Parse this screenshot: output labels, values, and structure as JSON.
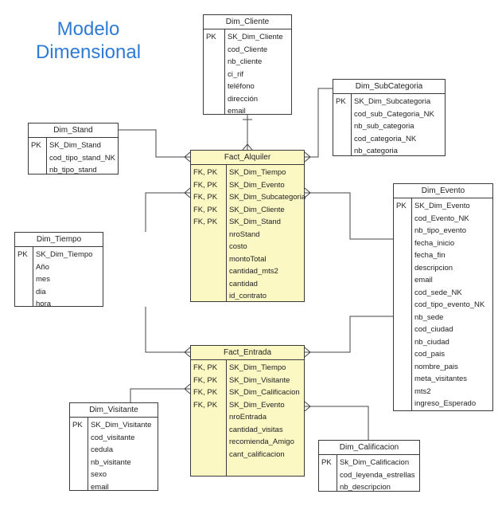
{
  "title": [
    "Modelo",
    "Dimensional"
  ],
  "entities": {
    "dim_cliente": {
      "name": "Dim_Cliente",
      "rows": [
        {
          "key": "PK",
          "field": "SK_Dim_Cliente"
        },
        {
          "key": "",
          "field": "cod_Cliente"
        },
        {
          "key": "",
          "field": "nb_cliente"
        },
        {
          "key": "",
          "field": "ci_rif"
        },
        {
          "key": "",
          "field": "teléfono"
        },
        {
          "key": "",
          "field": "dirección"
        },
        {
          "key": "",
          "field": "email"
        }
      ]
    },
    "dim_subcategoria": {
      "name": "Dim_SubCategoria",
      "rows": [
        {
          "key": "PK",
          "field": "SK_Dim_Subcategoria"
        },
        {
          "key": "",
          "field": "cod_sub_Categoria_NK"
        },
        {
          "key": "",
          "field": "nb_sub_categoria"
        },
        {
          "key": "",
          "field": "cod_categoria_NK"
        },
        {
          "key": "",
          "field": "nb_categoria"
        }
      ]
    },
    "dim_stand": {
      "name": "Dim_Stand",
      "rows": [
        {
          "key": "PK",
          "field": "SK_Dim_Stand"
        },
        {
          "key": "",
          "field": "cod_tipo_stand_NK"
        },
        {
          "key": "",
          "field": "nb_tipo_stand"
        }
      ]
    },
    "fact_alquiler": {
      "name": "Fact_Alquiler",
      "rows": [
        {
          "key": "FK, PK",
          "field": "SK_Dim_Tiempo"
        },
        {
          "key": "FK, PK",
          "field": "SK_Dim_Evento"
        },
        {
          "key": "FK, PK",
          "field": "SK_Dim_Subcategoria"
        },
        {
          "key": "FK, PK",
          "field": "SK_Dim_Cliente"
        },
        {
          "key": "FK, PK",
          "field": "SK_Dim_Stand"
        },
        {
          "key": "",
          "field": "nroStand"
        },
        {
          "key": "",
          "field": "costo"
        },
        {
          "key": "",
          "field": "montoTotal"
        },
        {
          "key": "",
          "field": "cantidad_mts2"
        },
        {
          "key": "",
          "field": "cantidad"
        },
        {
          "key": "",
          "field": "id_contrato"
        }
      ]
    },
    "dim_evento": {
      "name": "Dim_Evento",
      "rows": [
        {
          "key": "PK",
          "field": "SK_Dim_Evento"
        },
        {
          "key": "",
          "field": "cod_Evento_NK"
        },
        {
          "key": "",
          "field": "nb_tipo_evento"
        },
        {
          "key": "",
          "field": "fecha_inicio"
        },
        {
          "key": "",
          "field": "fecha_fin"
        },
        {
          "key": "",
          "field": "descripcion"
        },
        {
          "key": "",
          "field": "email"
        },
        {
          "key": "",
          "field": "cod_sede_NK"
        },
        {
          "key": "",
          "field": "cod_tipo_evento_NK"
        },
        {
          "key": "",
          "field": "nb_sede"
        },
        {
          "key": "",
          "field": "cod_ciudad"
        },
        {
          "key": "",
          "field": "nb_ciudad"
        },
        {
          "key": "",
          "field": "cod_pais"
        },
        {
          "key": "",
          "field": "nombre_pais"
        },
        {
          "key": "",
          "field": "meta_visitantes"
        },
        {
          "key": "",
          "field": "mts2"
        },
        {
          "key": "",
          "field": "ingreso_Esperado"
        }
      ]
    },
    "dim_tiempo": {
      "name": "Dim_Tiempo",
      "rows": [
        {
          "key": "PK",
          "field": "SK_Dim_Tiempo"
        },
        {
          "key": "",
          "field": "Año"
        },
        {
          "key": "",
          "field": "mes"
        },
        {
          "key": "",
          "field": "dia"
        },
        {
          "key": "",
          "field": "hora"
        }
      ]
    },
    "fact_entrada": {
      "name": "Fact_Entrada",
      "rows": [
        {
          "key": "FK, PK",
          "field": "SK_Dim_Tiempo"
        },
        {
          "key": "FK, PK",
          "field": "SK_Dim_Visitante"
        },
        {
          "key": "FK, PK",
          "field": "SK_Dim_Calificacion"
        },
        {
          "key": "FK, PK",
          "field": "SK_Dim_Evento"
        },
        {
          "key": "",
          "field": "nroEntrada"
        },
        {
          "key": "",
          "field": "cantidad_visitas"
        },
        {
          "key": "",
          "field": "recomienda_Amigo"
        },
        {
          "key": "",
          "field": "cant_calificacion"
        }
      ]
    },
    "dim_visitante": {
      "name": "Dim_Visitante",
      "rows": [
        {
          "key": "PK",
          "field": "SK_Dim_Visitante"
        },
        {
          "key": "",
          "field": "cod_visitante"
        },
        {
          "key": "",
          "field": "cedula"
        },
        {
          "key": "",
          "field": "nb_visitante"
        },
        {
          "key": "",
          "field": "sexo"
        },
        {
          "key": "",
          "field": "email"
        }
      ]
    },
    "dim_calificacion": {
      "name": "Dim_Calificacion",
      "rows": [
        {
          "key": "PK",
          "field": "Sk_Dim_Calificacion"
        },
        {
          "key": "",
          "field": "cod_leyenda_estrellas"
        },
        {
          "key": "",
          "field": "nb_descripcion"
        }
      ]
    }
  }
}
